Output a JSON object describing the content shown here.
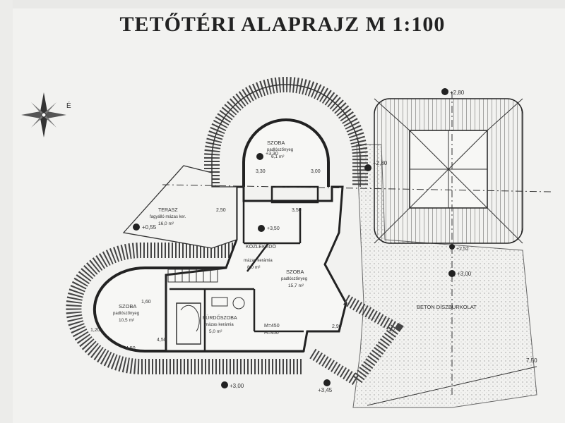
{
  "title": "TETŐTÉRI ALAPRAJZ  M 1:100",
  "rooms": [
    {
      "id": "szoba-north",
      "name": "SZOBA",
      "floor": "padlószőnyeg",
      "area": "6,1 m²"
    },
    {
      "id": "szoba-west",
      "name": "SZOBA",
      "floor": "padlószőnyeg",
      "area": "10,5 m²"
    },
    {
      "id": "szoba-center",
      "name": "SZOBA",
      "floor": "padlószőnyeg",
      "area": "15,7 m²"
    },
    {
      "id": "kozlekedo",
      "name": "KÖZLEKEDŐ",
      "floor": "mázas kerámia",
      "area": "8,0 m²"
    },
    {
      "id": "furdoszoba",
      "name": "FÜRDŐSZOBA",
      "floor": "mázas kerámia",
      "area": "5,0 m²"
    },
    {
      "id": "terasz",
      "name": "TERASZ",
      "floor": "fagyálló mázas ker.",
      "area": "16,0 m²"
    }
  ],
  "levels": {
    "terasz": "+0,55",
    "north": "+3,30",
    "center": "+3,50",
    "bottom_left": "+3,00",
    "bottom_mid": "+3,45",
    "right_top": "+2,80",
    "right_side": "+2,80",
    "right_mid": "+3,00",
    "tower_bottom": "+2,52"
  },
  "dims": {
    "d450a": "4,50",
    "d450b": "4,50",
    "d160": "1,60",
    "d120": "1,20",
    "d330": "3,30",
    "d350": "3,50",
    "d300": "3,00",
    "d290": "2,90",
    "d250": "2,50",
    "hm": "M=450",
    "hm2": "H=450",
    "d750": "7,50"
  },
  "labels": {
    "beton": "BETON DÍSZBURKOLAT"
  },
  "compass": {
    "label": "É"
  }
}
